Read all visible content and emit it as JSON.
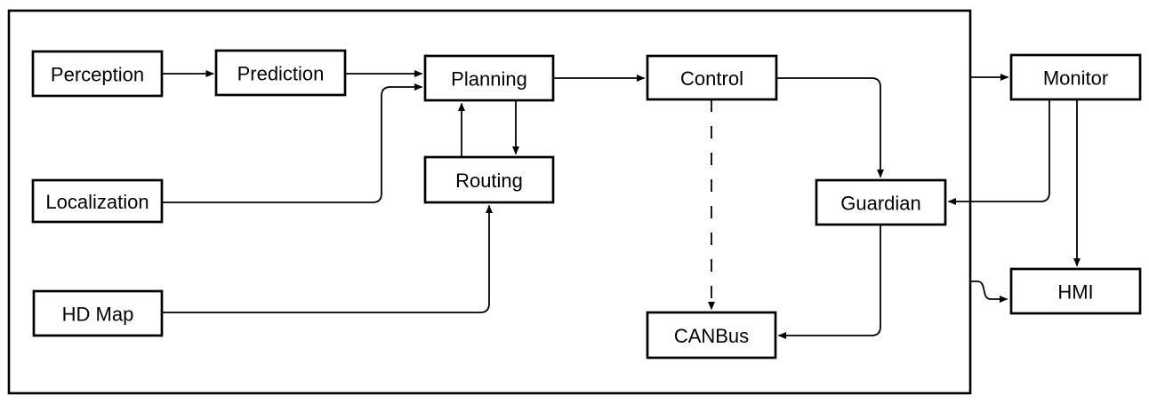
{
  "diagram": {
    "type": "flowchart",
    "colors": {
      "background": "#ffffff",
      "node_fill": "#ffffff",
      "stroke": "#000000",
      "text": "#000000"
    },
    "nodes": {
      "perception": {
        "label": "Perception"
      },
      "prediction": {
        "label": "Prediction"
      },
      "planning": {
        "label": "Planning"
      },
      "control": {
        "label": "Control"
      },
      "monitor": {
        "label": "Monitor"
      },
      "localization": {
        "label": "Localization"
      },
      "routing": {
        "label": "Routing"
      },
      "guardian": {
        "label": "Guardian"
      },
      "hdmap": {
        "label": "HD Map"
      },
      "canbus": {
        "label": "CANBus"
      },
      "hmi": {
        "label": "HMI"
      }
    },
    "edges": [
      {
        "from": "Perception",
        "to": "Prediction",
        "style": "solid"
      },
      {
        "from": "Prediction",
        "to": "Planning",
        "style": "solid"
      },
      {
        "from": "Localization",
        "to": "Planning",
        "style": "solid"
      },
      {
        "from": "HD Map",
        "to": "Routing",
        "style": "solid"
      },
      {
        "from": "Planning",
        "to": "Routing",
        "style": "solid"
      },
      {
        "from": "Routing",
        "to": "Planning",
        "style": "solid"
      },
      {
        "from": "Planning",
        "to": "Control",
        "style": "solid"
      },
      {
        "from": "Control",
        "to": "CANBus",
        "style": "dashed"
      },
      {
        "from": "Control",
        "to": "Guardian",
        "style": "solid"
      },
      {
        "from": "Guardian",
        "to": "CANBus",
        "style": "solid"
      },
      {
        "from": "Monitor",
        "to": "Guardian",
        "style": "solid"
      },
      {
        "from": "Monitor",
        "to": "HMI",
        "style": "solid"
      },
      {
        "from": "frame-right-edge",
        "to": "Monitor",
        "style": "solid"
      },
      {
        "from": "frame-right-edge",
        "to": "HMI",
        "style": "solid"
      }
    ]
  }
}
